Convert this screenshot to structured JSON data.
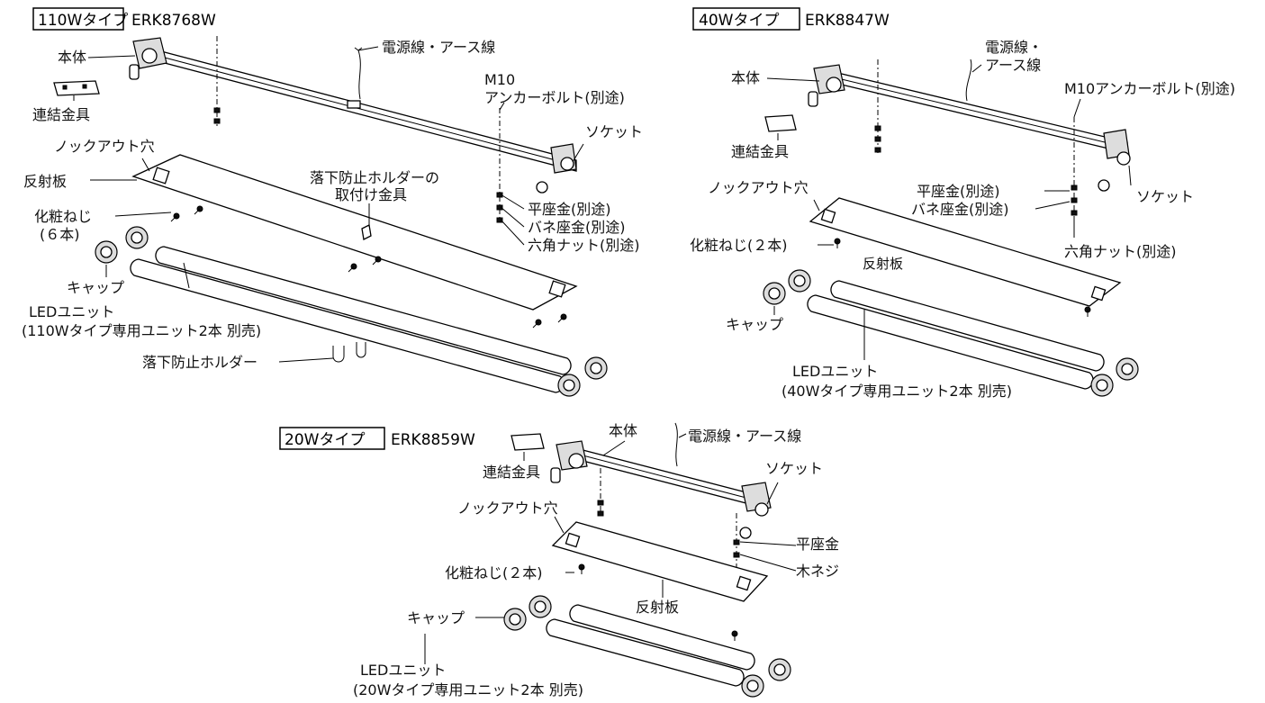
{
  "sections": {
    "s110": {
      "type_label": "110Wタイプ",
      "model": "ERK8768W",
      "labels": {
        "body": "本体",
        "power_cable": "電源線・アース線",
        "anchor_line1": "M10",
        "anchor_line2": "アンカーボルト(別途)",
        "connector": "連結金具",
        "socket": "ソケット",
        "knockout": "ノックアウト穴",
        "reflector": "反射板",
        "holder_bracket_line1": "落下防止ホルダーの",
        "holder_bracket_line2": "取付け金具",
        "screw_line1": "化粧ねじ",
        "screw_line2": "(６本)",
        "flat_washer": "平座金(別途)",
        "spring_washer": "バネ座金(別途)",
        "hex_nut": "六角ナット(別途)",
        "cap": "キャップ",
        "led_line1": "LEDユニット",
        "led_line2": "(110Wタイプ専用ユニット2本 別売)",
        "fall_holder": "落下防止ホルダー"
      }
    },
    "s40": {
      "type_label": "40Wタイプ",
      "model": "ERK8847W",
      "labels": {
        "body": "本体",
        "power_line1": "電源線・",
        "power_line2": "アース線",
        "anchor": "M10アンカーボルト(別途)",
        "connector": "連結金具",
        "knockout": "ノックアウト穴",
        "flat_washer": "平座金(別途)",
        "spring_washer": "バネ座金(別途)",
        "socket": "ソケット",
        "screw": "化粧ねじ(２本)",
        "reflector": "反射板",
        "hex_nut": "六角ナット(別途)",
        "cap": "キャップ",
        "led_line1": "LEDユニット",
        "led_line2": "(40Wタイプ専用ユニット2本 別売)"
      }
    },
    "s20": {
      "type_label": "20Wタイプ",
      "model": "ERK8859W",
      "labels": {
        "body": "本体",
        "power_cable": "電源線・アース線",
        "connector": "連結金具",
        "socket": "ソケット",
        "knockout": "ノックアウト穴",
        "flat_washer": "平座金",
        "screw": "化粧ねじ(２本)",
        "wood_screw": "木ネジ",
        "reflector": "反射板",
        "cap": "キャップ",
        "led_line1": "LEDユニット",
        "led_line2": "(20Wタイプ専用ユニット2本 別売)"
      }
    }
  }
}
